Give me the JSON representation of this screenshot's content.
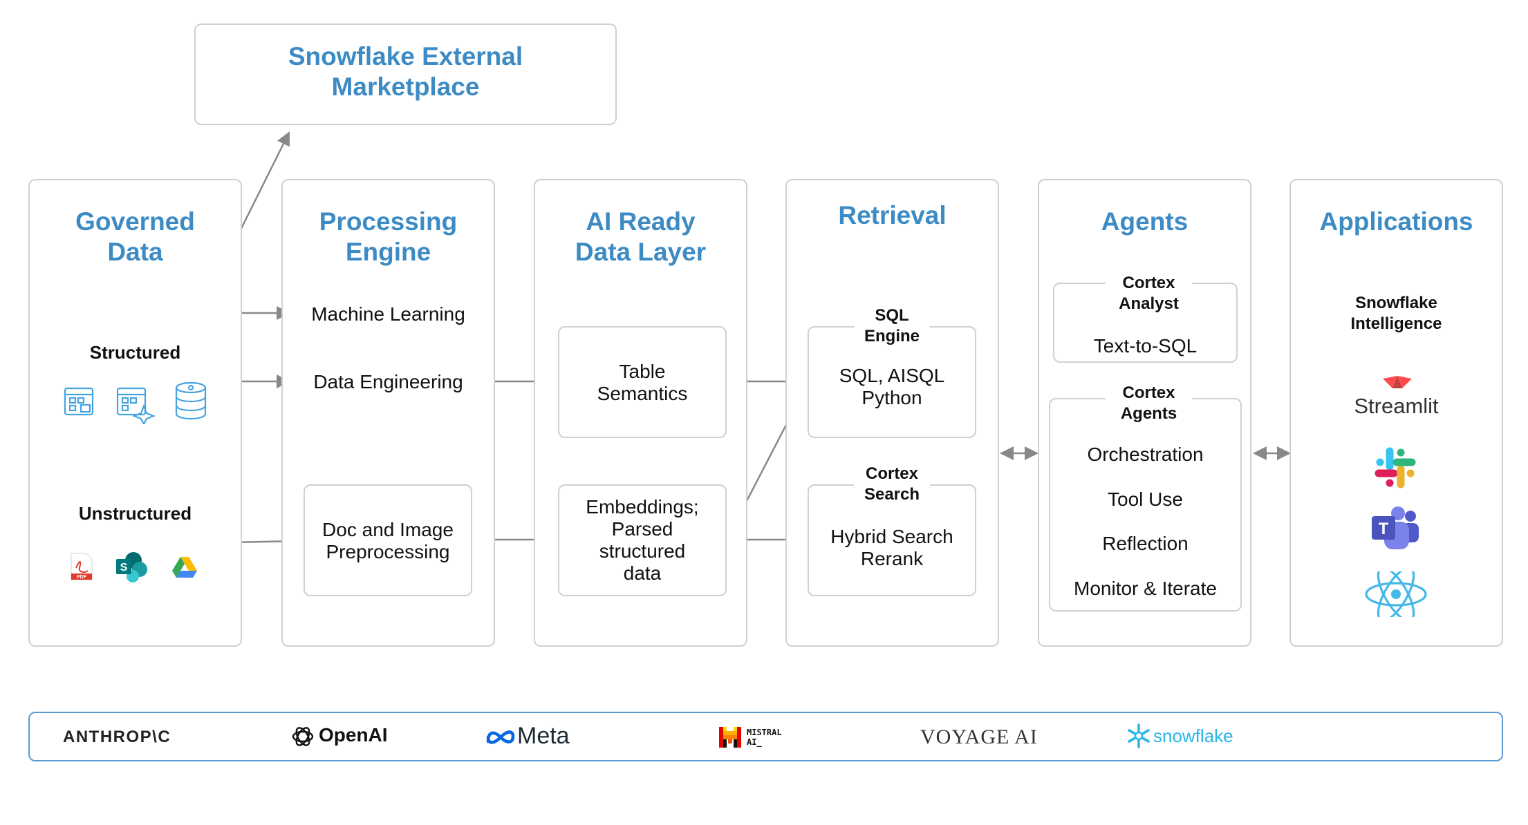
{
  "marketplace": {
    "title": "Snowflake External\nMarketplace"
  },
  "columns": {
    "governed": {
      "title": "Governed\nData",
      "structured": "Structured",
      "unstructured": "Unstructured"
    },
    "processing": {
      "title": "Processing\nEngine",
      "ml": "Machine Learning",
      "de": "Data Engineering",
      "doc": "Doc and Image\nPreprocessing"
    },
    "ai_ready": {
      "title": "AI Ready\nData Layer",
      "table": "Table\nSemantics",
      "emb": "Embeddings;\nParsed\nstructured\ndata"
    },
    "retrieval": {
      "title": "Retrieval",
      "sql_label": "SQL\nEngine",
      "sql_body": "SQL, AISQL\nPython",
      "search_label": "Cortex\nSearch",
      "search_body": "Hybrid Search\nRerank"
    },
    "agents": {
      "title": "Agents",
      "analyst_label": "Cortex\nAnalyst",
      "analyst_body": "Text-to-SQL",
      "agents_label": "Cortex\nAgents",
      "items": [
        "Orchestration",
        "Tool Use",
        "Reflection",
        "Monitor & Iterate"
      ]
    },
    "applications": {
      "title": "Applications",
      "si": "Snowflake\nIntelligence",
      "streamlit": "Streamlit"
    }
  },
  "models": {
    "anthropic": "ANTHROP\\C",
    "openai": "OpenAI",
    "meta": "Meta",
    "mistral": "MISTRAL\nAI_",
    "voyage": "VOYAGE AI",
    "snowflake": "snowflake"
  },
  "icons": [
    "table-icon",
    "table-ai-icon",
    "database-icon",
    "pdf-icon",
    "sharepoint-icon",
    "google-drive-icon",
    "streamlit-icon",
    "slack-icon",
    "teams-icon",
    "react-icon"
  ],
  "colors": {
    "accent": "#3d8bc4",
    "border": "#d0d0d0",
    "arrow": "#888888",
    "model_bar": "#5b9bd5"
  }
}
